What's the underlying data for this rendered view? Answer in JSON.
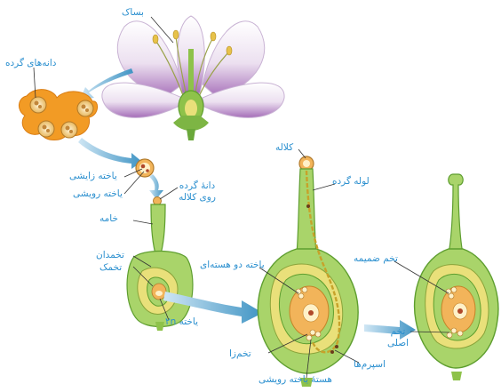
{
  "labels": {
    "anther": "بساک",
    "pollen_grains": "دانه‌های گرده",
    "generative_cell": "یاخته زایشی",
    "vegetative_cell": "یاخته رویشی",
    "pollen_on_stigma": "دانهٔ گرده روی کلاله",
    "style": "خامه",
    "ovary": "تخمدان",
    "ovule": "تخمک",
    "cell_2n": "یاخته ۲n",
    "stigma": "کلاله",
    "pollen_tube": "لوله گرده",
    "binucleate_cell": "یاخته دو هسته‌ای",
    "egg_cell": "تخم‌زا",
    "vegetative_nucleus": "هستهٔ یاخته رویشی",
    "sperms": "اسپرم‌ها",
    "endosperm_zygote": "تخم ضمیمه",
    "main_zygote": "تخم اصلی"
  },
  "colors": {
    "label_blue": "#2a8fcf",
    "arrow_blue": "#4a9cc8",
    "pistil_green": "#a9d46a",
    "outline_green": "#5e9e2f",
    "inner_yellow": "#e9e07a",
    "nucellus_orange": "#f2b45a",
    "petal_purple": "#b47fc4",
    "pollen_orange": "#f29b25"
  }
}
